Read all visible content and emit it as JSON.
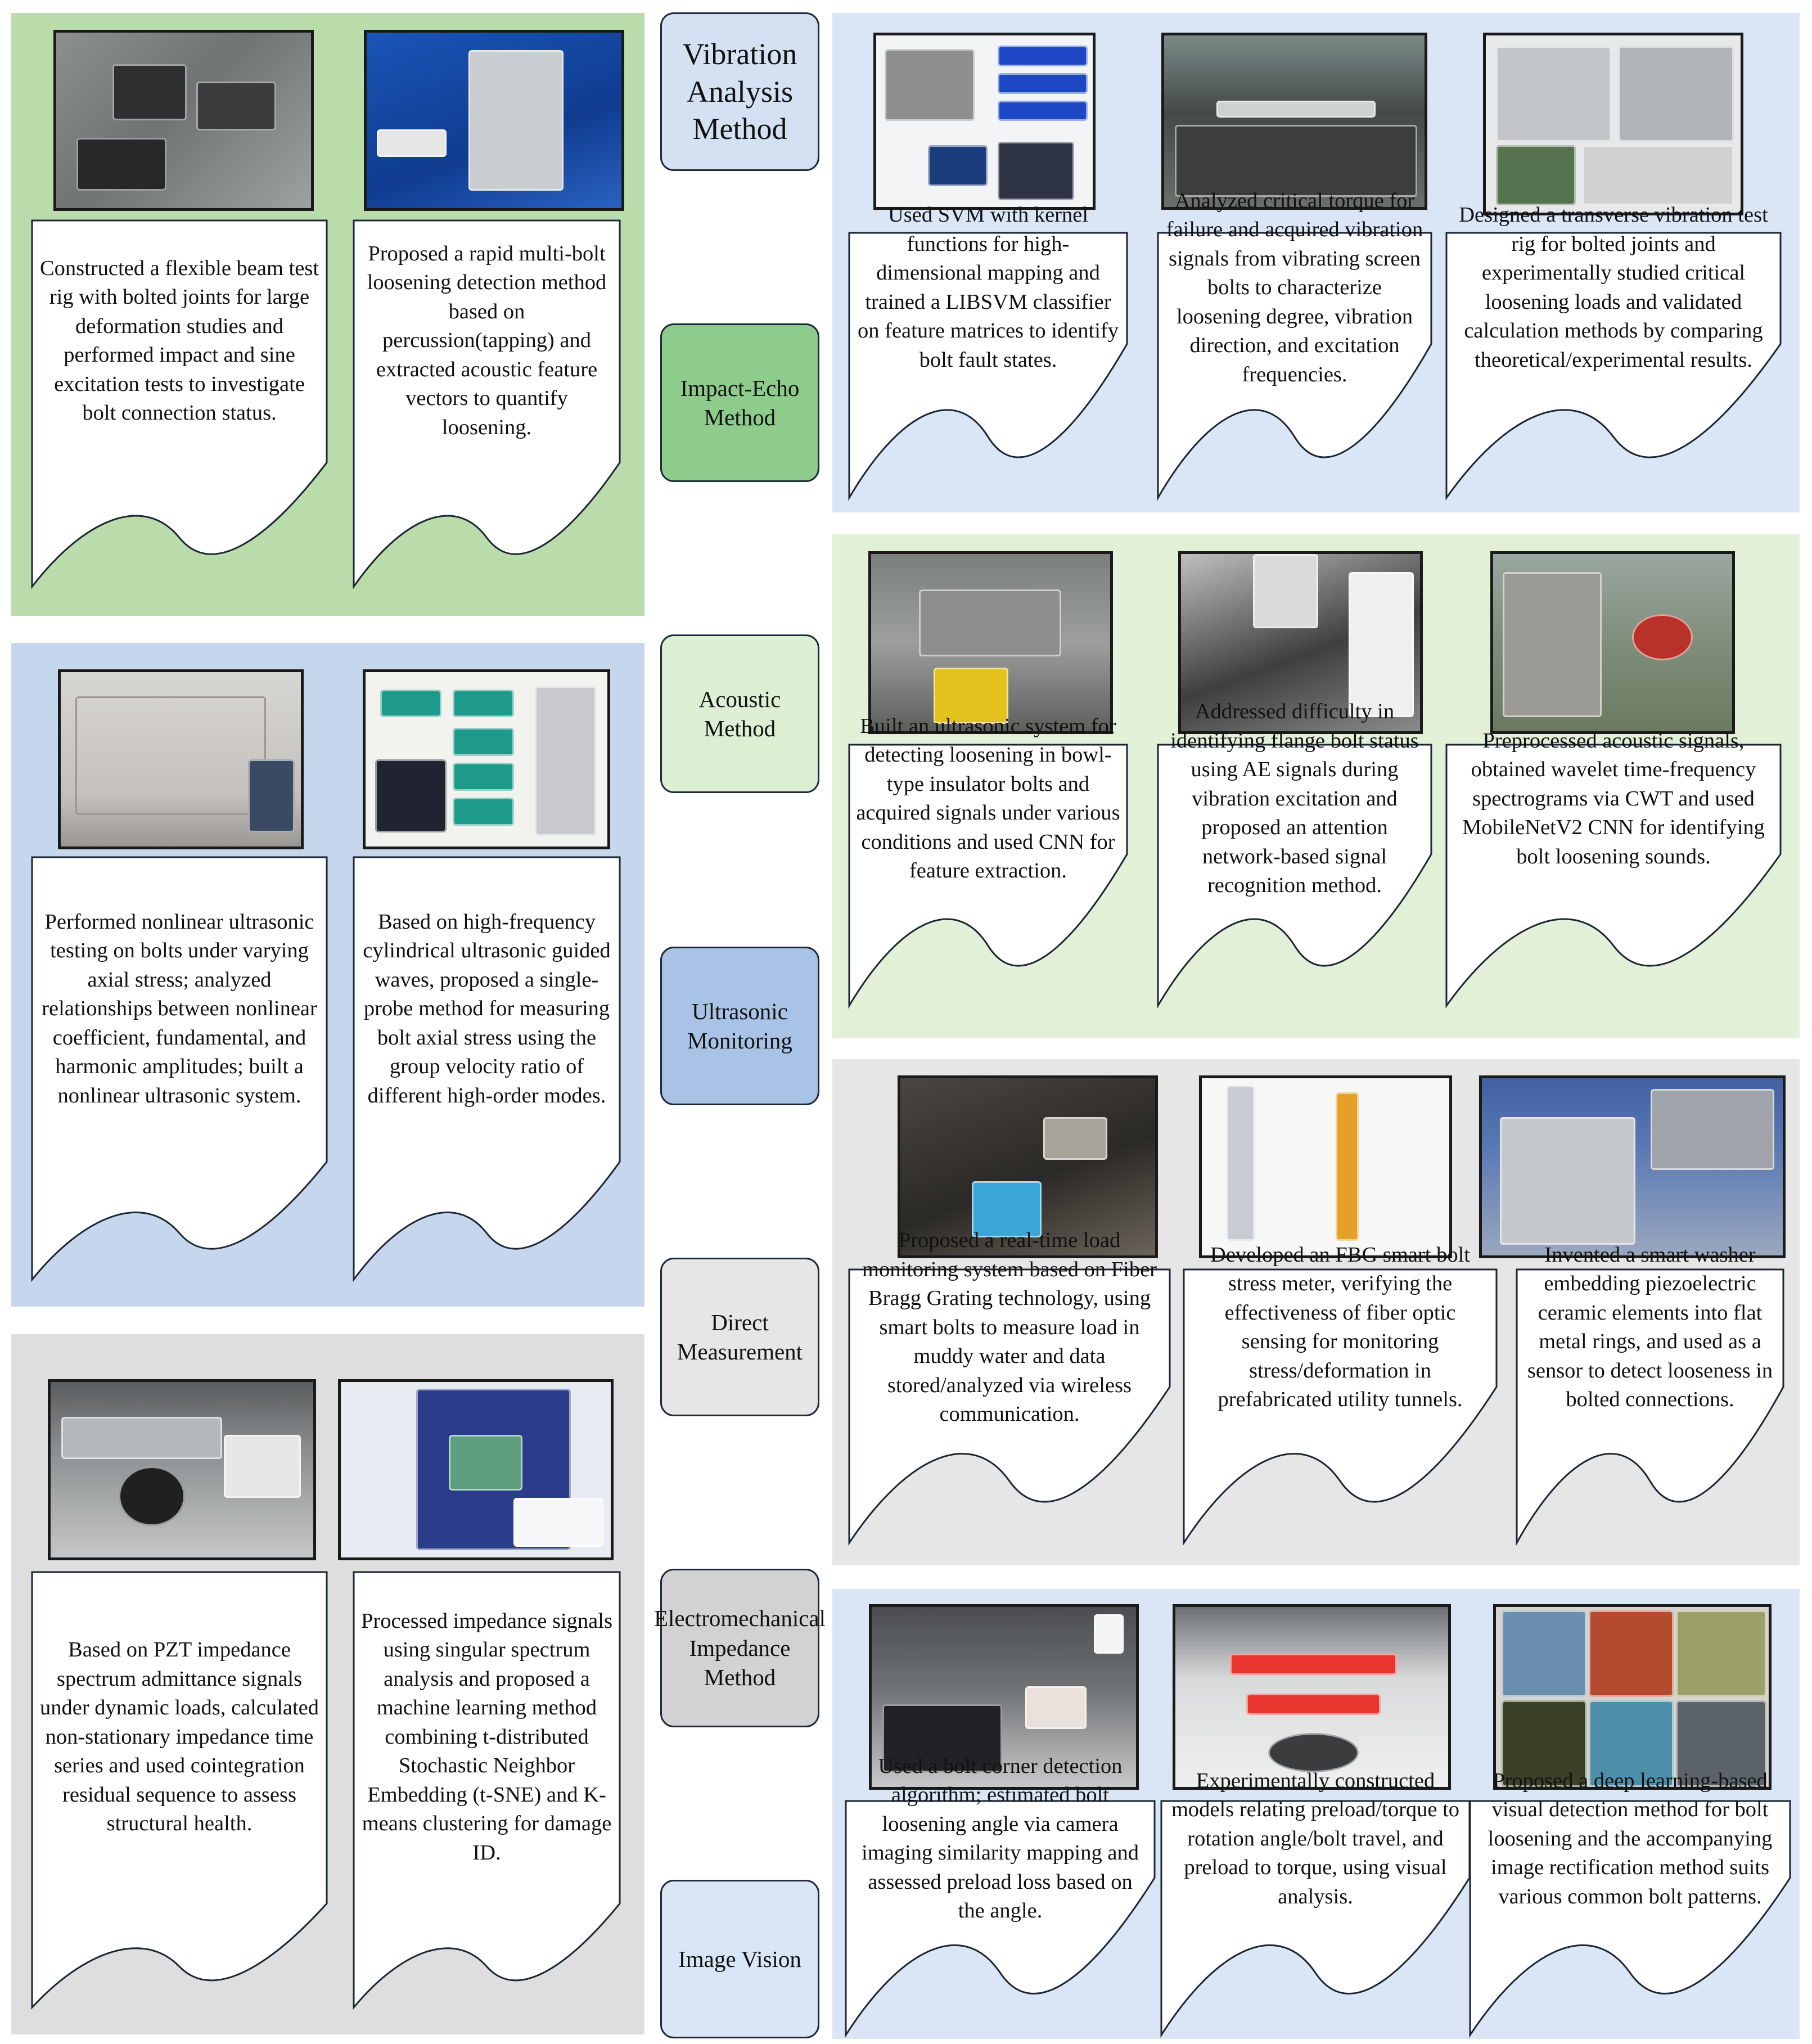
{
  "methods": {
    "vibration": "Vibration Analysis Method",
    "impact_echo": "Impact-Echo Method",
    "acoustic": "Acoustic Method",
    "ultrasonic": "Ultrasonic Monitoring",
    "direct": "Direct Measurement",
    "emi": "Electromechanical Impedance Method",
    "image": "Image Vision"
  },
  "method_colors": {
    "vibration": "#d3e1f2",
    "impact_echo": "#8ecc8b",
    "acoustic": "#dcefd3",
    "ultrasonic": "#a9c3e6",
    "direct": "#e6e6e6",
    "emi": "#d2d2d2",
    "image": "#d8e6f6"
  },
  "panel_colors": {
    "impact_echo": "#b9dcaa",
    "ultrasonic": "#c6d6ec",
    "emi": "#dedede",
    "vibration": "#dae6f6",
    "acoustic": "#e1f0d7",
    "direct": "#e6e6e6",
    "image": "#dae6f6"
  },
  "cards": {
    "impact_1": "Constructed a flexible beam test rig with bolted joints for large deformation studies and performed impact and sine excitation tests to investigate bolt connection status.",
    "impact_2": "Proposed a rapid multi-bolt loosening detection method based on percussion(tapping) and extracted acoustic feature vectors to quantify loosening.",
    "ultra_1": "Performed nonlinear ultrasonic testing on bolts under varying axial stress; analyzed relationships between nonlinear coefficient, fundamental, and harmonic amplitudes; built a nonlinear ultrasonic system.",
    "ultra_2": "Based on high-frequency cylindrical ultrasonic guided waves, proposed a single-probe method for measuring bolt axial stress using the group velocity ratio of different high-order modes.",
    "emi_1": "Based on PZT impedance spectrum admittance signals under dynamic loads, calculated non-stationary impedance time series and used cointegration residual sequence to assess structural health.",
    "emi_2": "Processed impedance signals using singular spectrum analysis and proposed a machine learning method combining t-distributed Stochastic Neighbor Embedding (t-SNE) and K-means clustering for damage ID.",
    "vib_1": "Used SVM with kernel functions for high-dimensional mapping and trained a LIBSVM classifier on feature matrices to identify bolt fault states.",
    "vib_2": "Analyzed critical torque for failure and acquired vibration signals from vibrating screen bolts to characterize loosening degree, vibration direction, and excitation frequencies.",
    "vib_3": "Designed a transverse vibration test rig for bolted joints and experimentally studied critical loosening loads and validated calculation methods by comparing theoretical/experimental results.",
    "ac_1": "Built an ultrasonic system for detecting loosening in bowl-type insulator bolts and acquired signals under various conditions and used CNN for feature extraction.",
    "ac_2": "Addressed difficulty in identifying flange bolt status using AE signals during vibration excitation and proposed an attention network-based signal recognition method.",
    "ac_3": "Preprocessed acoustic signals, obtained wavelet time-frequency spectrograms via CWT and used MobileNetV2 CNN for identifying bolt loosening sounds.",
    "dm_1": "Proposed a real-time load monitoring system based on Fiber Bragg Grating technology, using smart bolts to measure load in muddy water and data stored/analyzed via wireless communication.",
    "dm_2": "Developed an FBG smart bolt stress meter, verifying the effectiveness of fiber optic sensing for monitoring stress/deformation in prefabricated utility tunnels.",
    "dm_3": "Invented a smart washer embedding piezoelectric ceramic elements into flat metal rings, and used as a sensor to detect looseness in bolted connections.",
    "iv_1": "Used a bolt corner detection algorithm; estimated bolt loosening angle via camera imaging similarity mapping and assessed preload loss based on the angle.",
    "iv_2": "Experimentally constructed models relating preload/torque to rotation angle/bolt travel, and preload to torque, using visual analysis.",
    "iv_3": "Proposed a deep learning-based visual detection method for bolt loosening and the accompanying image rectification method suits various common bolt patterns."
  },
  "photo_icons": {
    "impact_1": "test-rig-photo",
    "impact_2": "percussion-test-photo",
    "ultra_1": "ultrasonic-instrument-photo",
    "ultra_2": "guided-wave-system-photo",
    "emi_1": "pzt-test-rig-photo",
    "emi_2": "climate-chamber-photo",
    "vib_1": "svm-setup-photo",
    "vib_2": "vibrating-screen-photo",
    "vib_3": "vibration-test-rig-photo",
    "ac_1": "insulator-test-photo",
    "ac_2": "flange-bolt-photo",
    "ac_3": "field-recording-photo",
    "dm_1": "smart-bolt-mud-photo",
    "dm_2": "fbg-bolt-drawing",
    "dm_3": "smart-washer-system-photo",
    "iv_1": "camera-setup-photo",
    "iv_2": "camera-protractor-photo",
    "iv_3": "bolt-pattern-mosaic"
  }
}
